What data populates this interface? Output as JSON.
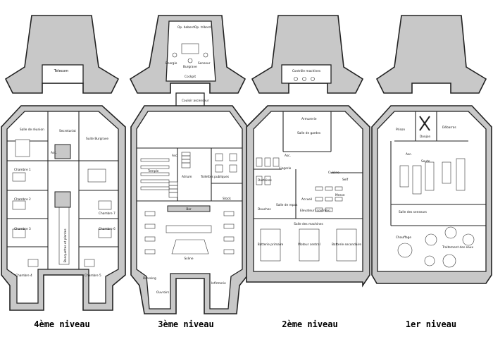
{
  "levels": {
    "level4": {
      "label": "4ème niveau",
      "top_room": "Telecom",
      "rooms": {
        "salle_reunion": "Salle de réunion",
        "secretariat": "Secretariat",
        "suite": "Suite Burgrave",
        "asc": "Asc.",
        "chambre1": "Chambre 1",
        "chambre2": "Chambre 2",
        "chambre3": "Chambre 3",
        "chambre4": "Chambre 4",
        "chambre5": "Chambre 5",
        "chambre6": "Chambre 6",
        "chambre7": "Chambre 7",
        "corridor": "Banquettes et plantes"
      }
    },
    "level3": {
      "label": "3ème niveau",
      "cockpit": {
        "op_babord": "Op. babord",
        "op_tribord": "Op. tribord",
        "energie": "Energie",
        "burgrave": "Burgrave",
        "senseur": "Senseur",
        "cockpit": "Cockpit"
      },
      "couloir": "Couloir ascenseur",
      "rooms": {
        "asc": "Asc.",
        "temple": "Temple",
        "atrium": "Atrium",
        "toilettes": "Toilettes publiques",
        "stock": "Stock",
        "bar": "Bar",
        "scene": "Scène",
        "dressing": "Dressing",
        "ouvroirs": "Ouvroirs",
        "infirmerie": "Infirmerie"
      }
    },
    "level2": {
      "label": "2ème niveau",
      "top_room": "Contrôle machines",
      "rooms": {
        "armurerie": "Armurerie",
        "salle_gardes": "Salle de gardes",
        "asc": "Asc.",
        "lingerie": "Lingerie",
        "cuisine": "Cuisine",
        "dortoires": "Dortoires",
        "self": "Self",
        "salle_repos": "Salle de repos",
        "accueil": "Accueil",
        "elevateur": "Elevateur (contrôle)",
        "douches": "Douches",
        "messe": "Messe",
        "salle_machines": "Salle des machines",
        "batterie_primaire": "Batterie primaire",
        "moteur_central": "Moteur central",
        "batterie_secondaire": "Batterie secondaire"
      }
    },
    "level1": {
      "label": "1er niveau",
      "rooms": {
        "prison": "Prison",
        "donjon": "Donjon",
        "debarras": "Débarras",
        "asc": "Asc.",
        "soute": "Soute",
        "salle_senseurs": "Salle des senseurs",
        "chauffage": "Chauffage",
        "traitement": "Traitement des eaux"
      }
    }
  },
  "colors": {
    "hull": "#c8c8c8",
    "wall": "#222222",
    "floor": "#ffffff"
  }
}
